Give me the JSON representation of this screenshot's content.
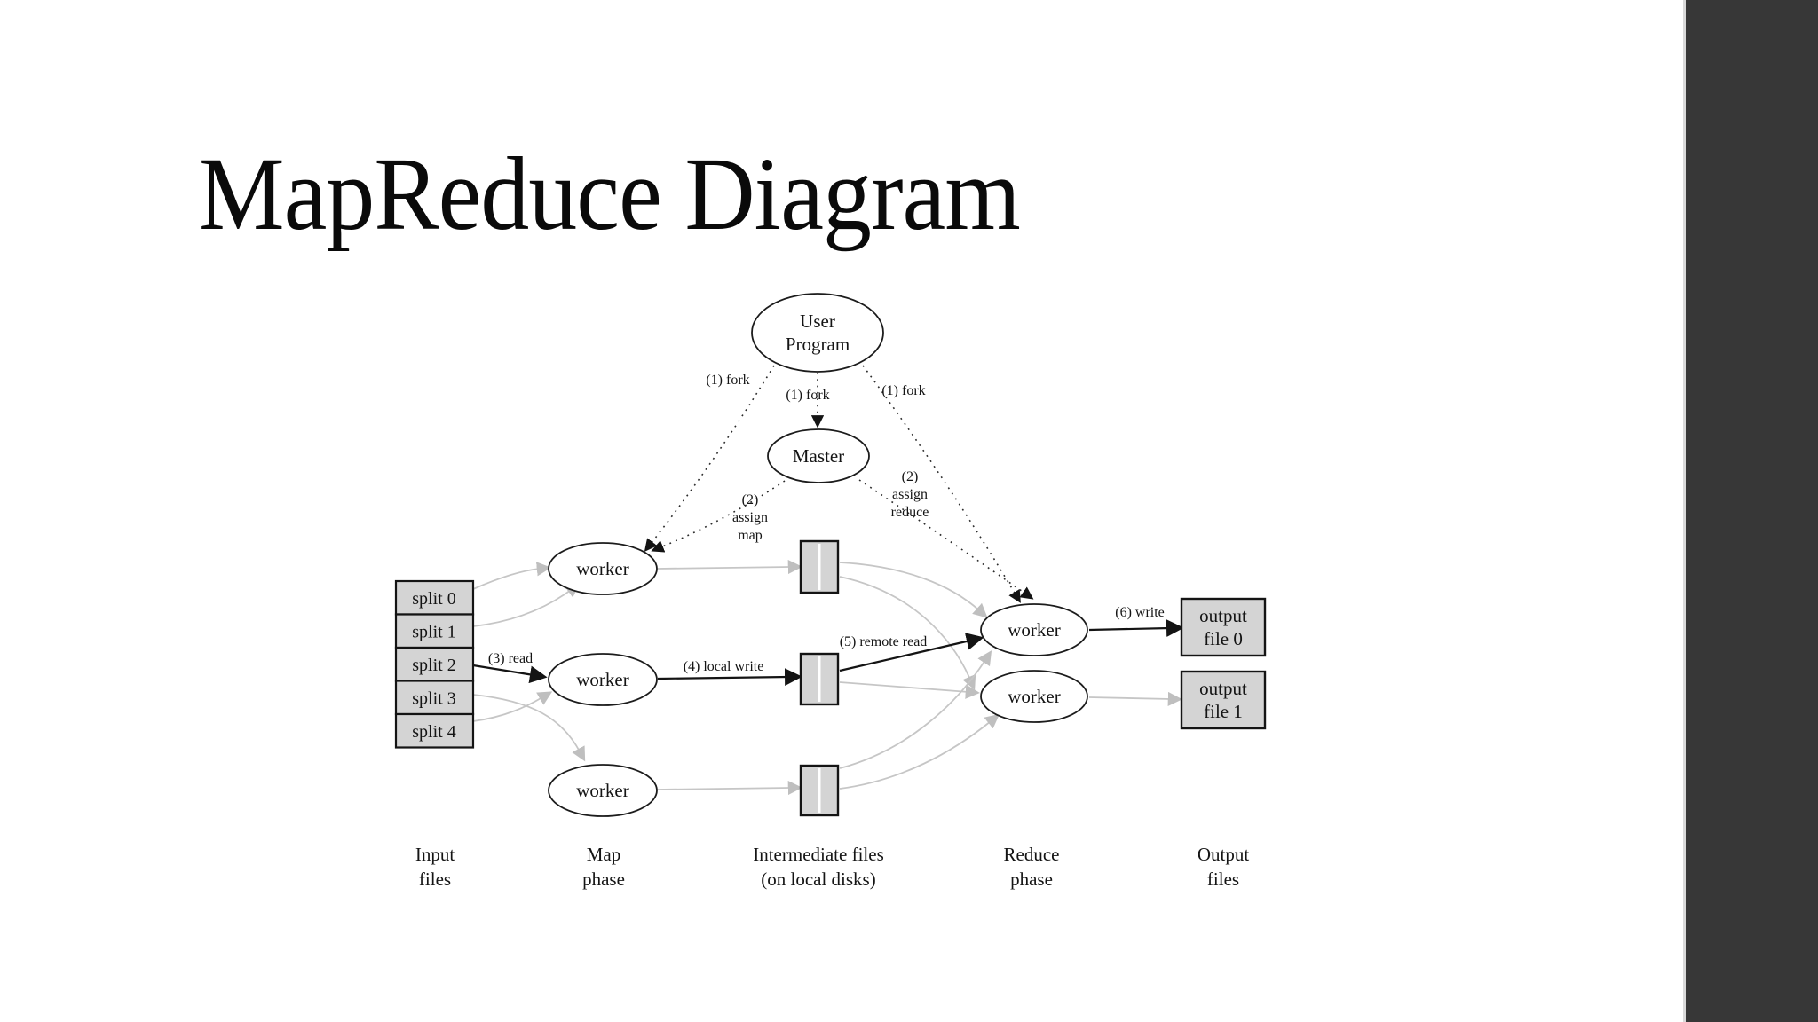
{
  "slide": {
    "title": "MapReduce Diagram"
  },
  "diagram": {
    "user_program": {
      "line1": "User",
      "line2": "Program"
    },
    "master": {
      "label": "Master"
    },
    "worker_label": "worker",
    "input_splits": [
      "split 0",
      "split 1",
      "split 2",
      "split 3",
      "split 4"
    ],
    "output_files": [
      {
        "line1": "output",
        "line2": "file 0"
      },
      {
        "line1": "output",
        "line2": "file 1"
      }
    ],
    "edge_labels": {
      "fork": "(1) fork",
      "assign_map": {
        "l1": "(2)",
        "l2": "assign",
        "l3": "map"
      },
      "assign_reduce": {
        "l1": "(2)",
        "l2": "assign",
        "l3": "reduce"
      },
      "read": "(3) read",
      "local_write": "(4) local write",
      "remote_read": "(5) remote read",
      "write": "(6) write"
    },
    "columns": [
      {
        "line1": "Input",
        "line2": "files"
      },
      {
        "line1": "Map",
        "line2": "phase"
      },
      {
        "line1": "Intermediate files",
        "line2": "(on local disks)"
      },
      {
        "line1": "Reduce",
        "line2": "phase"
      },
      {
        "line1": "Output",
        "line2": "files"
      }
    ],
    "colors": {
      "node_fill": "#ffffff",
      "box_fill": "#d4d4d4",
      "edge_gray": "#c6c6c6",
      "edge_black": "#141414",
      "side_panel": "#373737"
    }
  }
}
